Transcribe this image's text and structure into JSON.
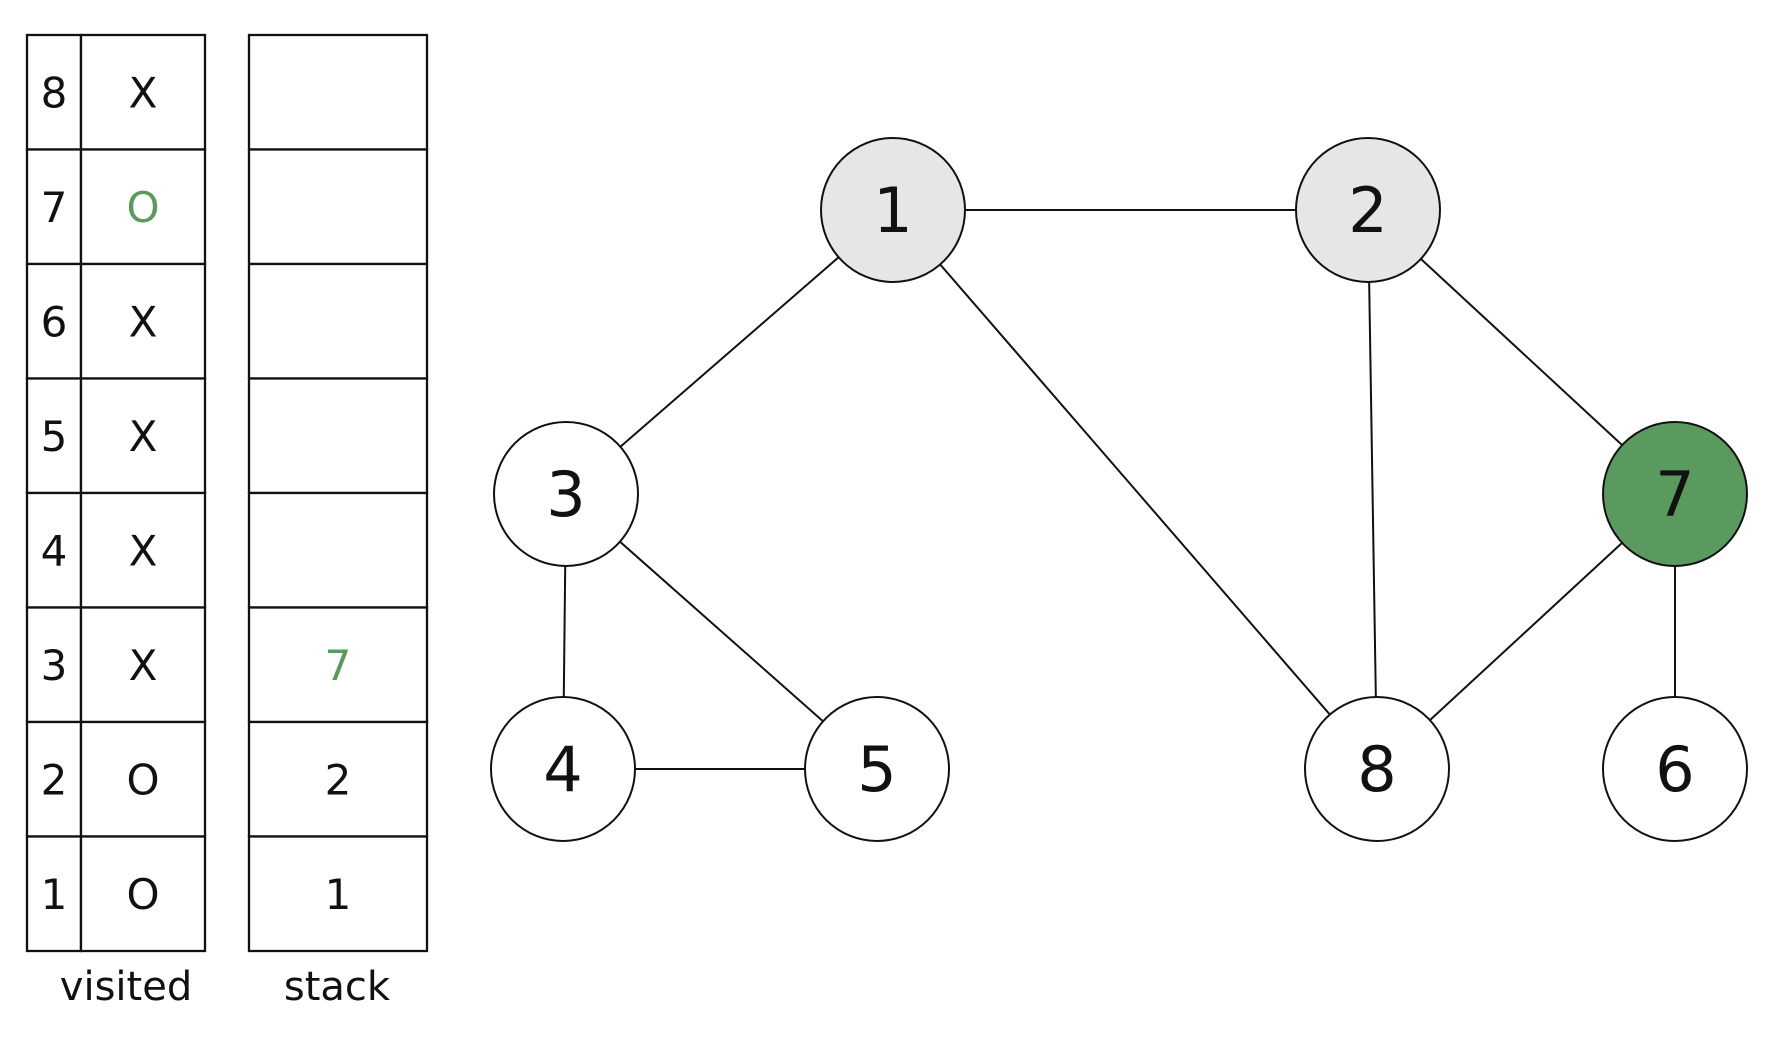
{
  "visited": {
    "label": "visited",
    "rows": [
      {
        "index": "8",
        "mark": "X",
        "highlight": false
      },
      {
        "index": "7",
        "mark": "O",
        "highlight": true
      },
      {
        "index": "6",
        "mark": "X",
        "highlight": false
      },
      {
        "index": "5",
        "mark": "X",
        "highlight": false
      },
      {
        "index": "4",
        "mark": "X",
        "highlight": false
      },
      {
        "index": "3",
        "mark": "X",
        "highlight": false
      },
      {
        "index": "2",
        "mark": "O",
        "highlight": false
      },
      {
        "index": "1",
        "mark": "O",
        "highlight": false
      }
    ]
  },
  "stack": {
    "label": "stack",
    "cells": [
      {
        "value": "",
        "highlight": false
      },
      {
        "value": "",
        "highlight": false
      },
      {
        "value": "",
        "highlight": false
      },
      {
        "value": "",
        "highlight": false
      },
      {
        "value": "",
        "highlight": false
      },
      {
        "value": "7",
        "highlight": true
      },
      {
        "value": "2",
        "highlight": false
      },
      {
        "value": "1",
        "highlight": false
      }
    ]
  },
  "graph": {
    "nodes": [
      {
        "id": "1",
        "state": "visited"
      },
      {
        "id": "2",
        "state": "visited"
      },
      {
        "id": "3",
        "state": "unvisited"
      },
      {
        "id": "4",
        "state": "unvisited"
      },
      {
        "id": "5",
        "state": "unvisited"
      },
      {
        "id": "6",
        "state": "unvisited"
      },
      {
        "id": "7",
        "state": "current"
      },
      {
        "id": "8",
        "state": "unvisited"
      }
    ],
    "edges": [
      [
        "1",
        "2"
      ],
      [
        "1",
        "3"
      ],
      [
        "1",
        "8"
      ],
      [
        "2",
        "8"
      ],
      [
        "2",
        "7"
      ],
      [
        "3",
        "4"
      ],
      [
        "3",
        "5"
      ],
      [
        "4",
        "5"
      ],
      [
        "7",
        "8"
      ],
      [
        "7",
        "6"
      ]
    ]
  },
  "colors": {
    "highlight_text": "#5a9a5e",
    "current_fill": "#5a9a5e",
    "visited_fill": "#e6e6e6",
    "unvisited_fill": "#ffffff",
    "stroke": "#111111"
  }
}
